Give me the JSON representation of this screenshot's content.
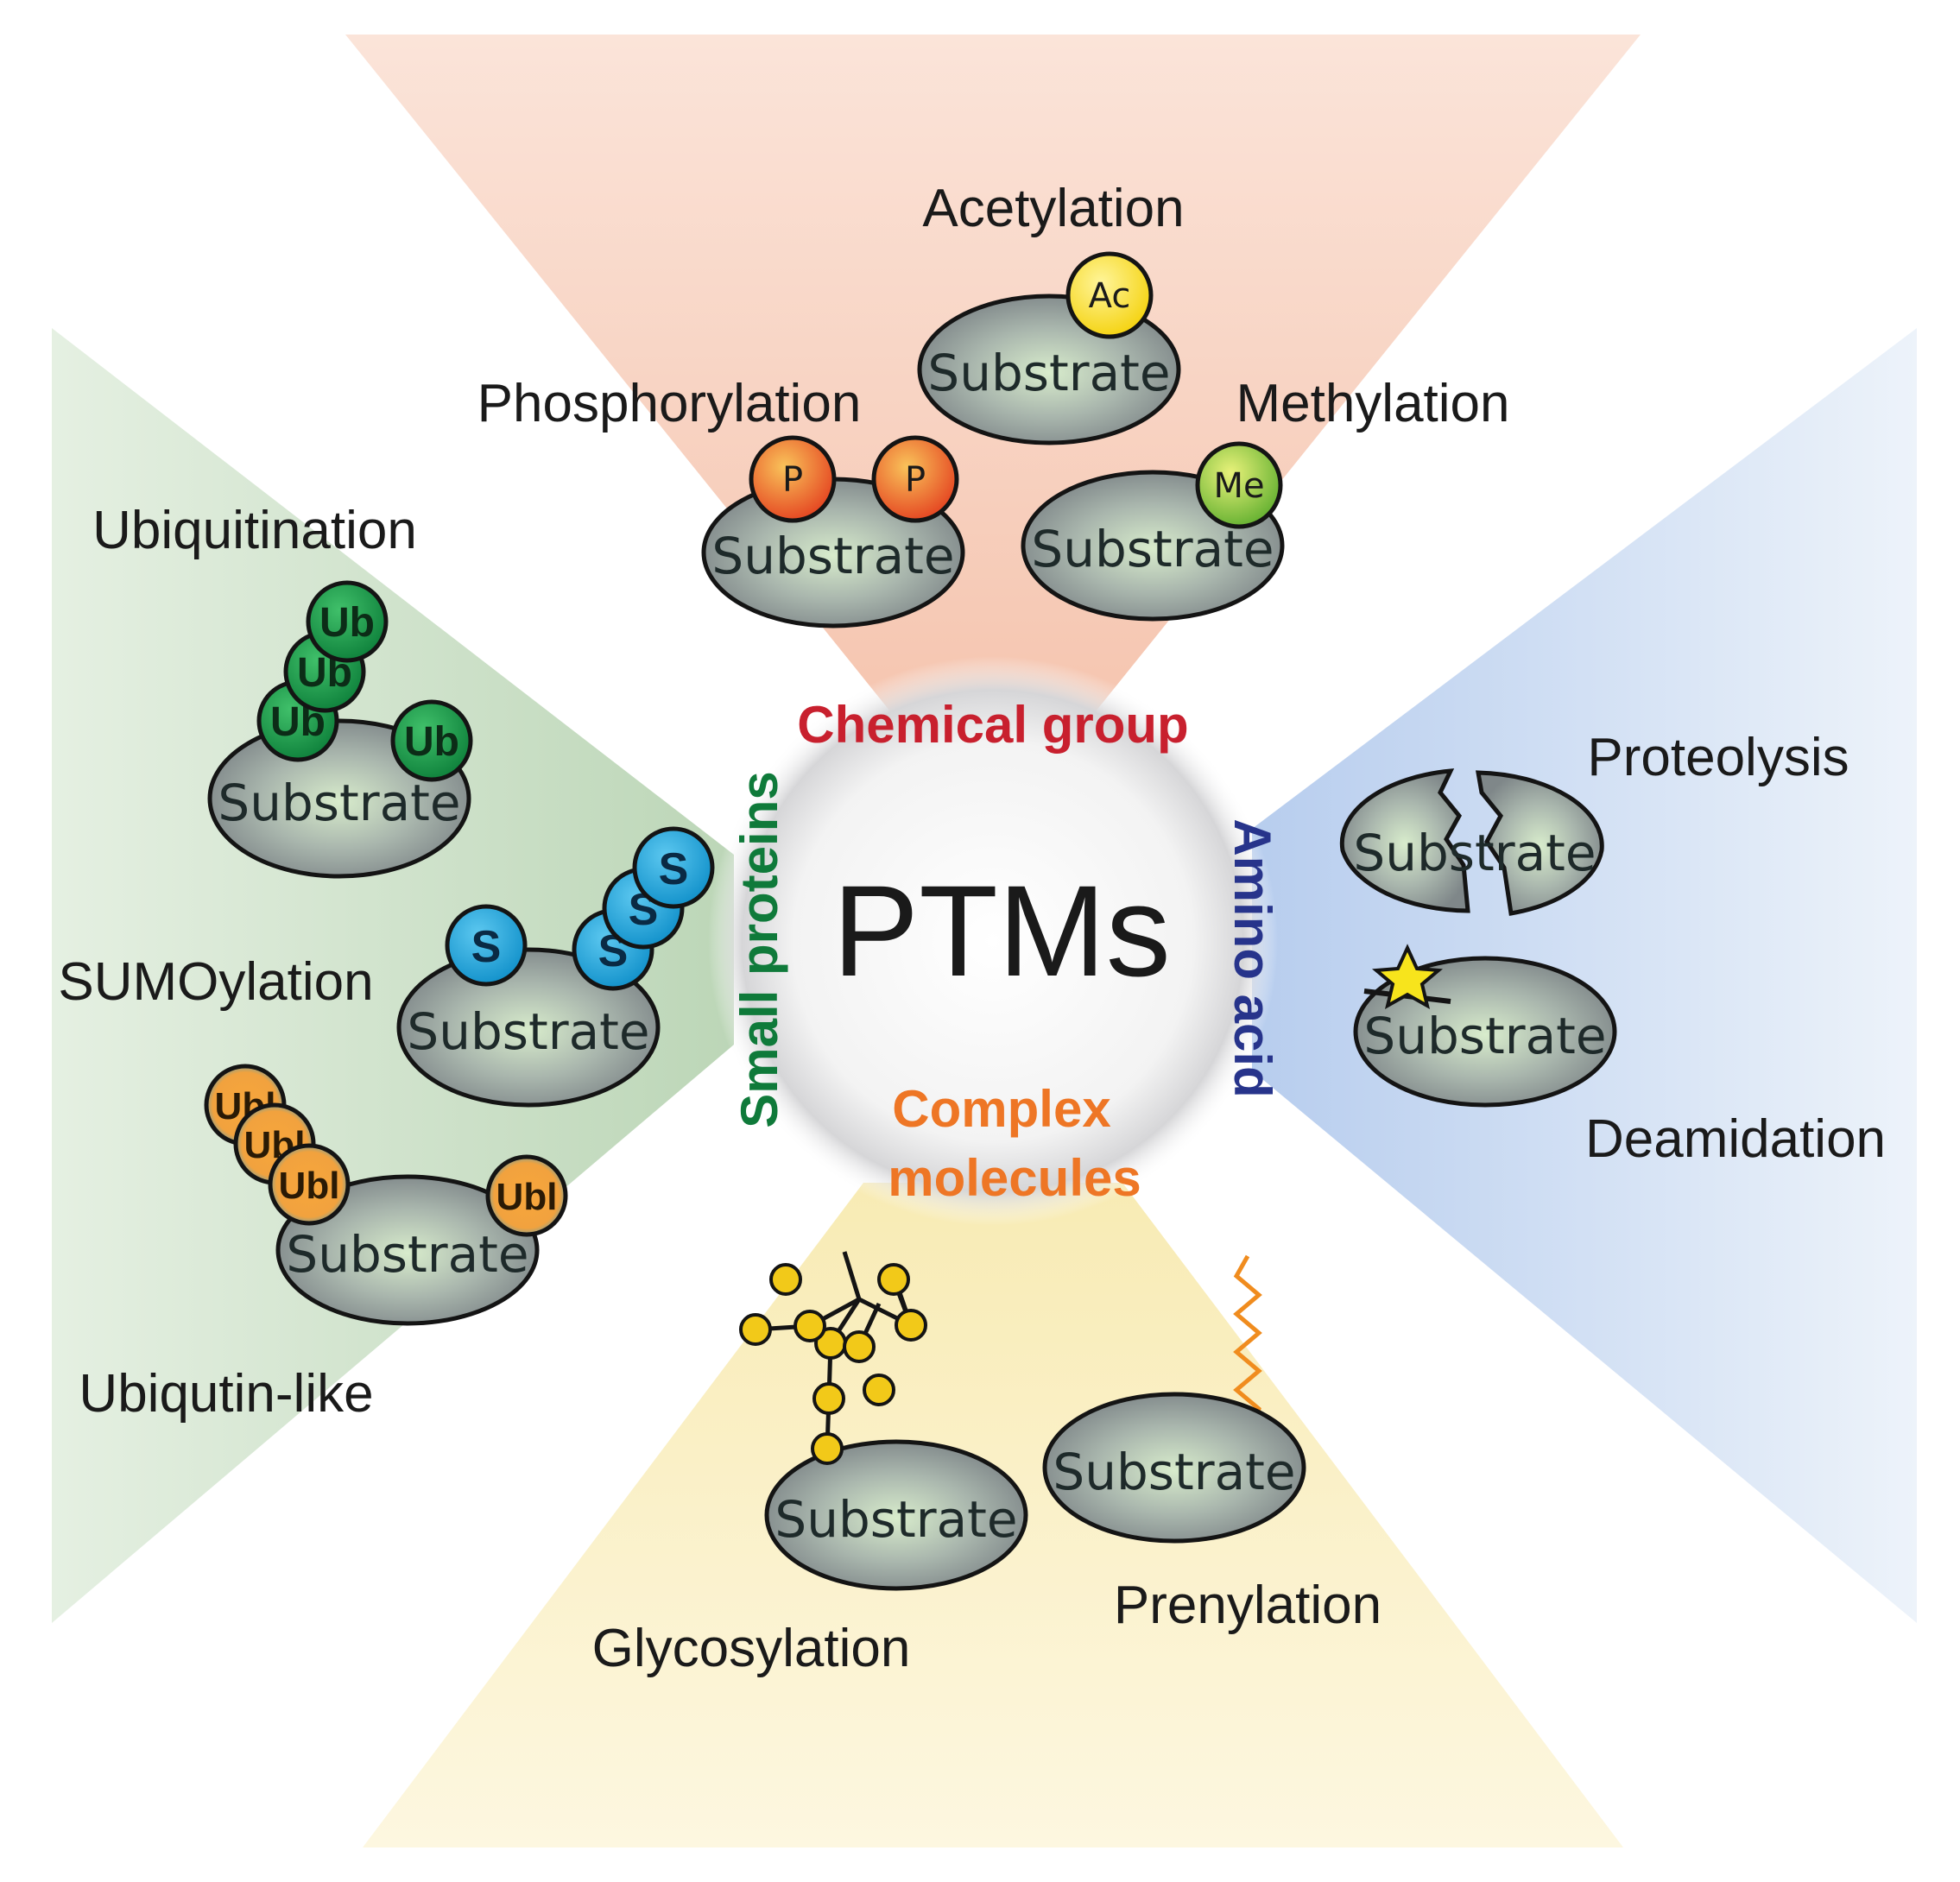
{
  "center": {
    "title": "PTMs"
  },
  "categories": {
    "chemical_group": {
      "label": "Chemical group",
      "color": "#c8202e"
    },
    "small_proteins": {
      "label": "Small proteins",
      "color": "#0f7a3a"
    },
    "amino_acid": {
      "label": "Amino acid",
      "color": "#27348b"
    },
    "complex_molecules": {
      "label_line1": "Complex",
      "label_line2": "molecules",
      "color": "#ee7625"
    }
  },
  "modifications": {
    "acetylation": {
      "label": "Acetylation",
      "tag": "Ac"
    },
    "phosphorylation": {
      "label": "Phosphorylation",
      "tag": "P"
    },
    "methylation": {
      "label": "Methylation",
      "tag": "Me"
    },
    "ubiquitination": {
      "label": "Ubiquitination",
      "tag": "Ub"
    },
    "sumoylation": {
      "label": "SUMOylation",
      "tag": "S"
    },
    "ubiquitin_like": {
      "label": "Ubiqutin-like",
      "tag": "Ubl"
    },
    "proteolysis": {
      "label": "Proteolysis"
    },
    "deamidation": {
      "label": "Deamidation"
    },
    "glycosylation": {
      "label": "Glycosylation"
    },
    "prenylation": {
      "label": "Prenylation"
    }
  },
  "substrate_label": "Substrate",
  "colors": {
    "top_sector": "#f7cdb9",
    "left_sector": "#cfe3cb",
    "right_sector": "#c9dcf2",
    "bottom_sector": "#fbf0c2",
    "substrate_fill": "#8a9396",
    "substrate_glow": "#d8eccc",
    "acetyl": "#f4e21a",
    "phospho": "#e8542a",
    "methyl": "#8cc63f",
    "ubiquitin": "#1b9a4a",
    "sumo": "#1aa3d9",
    "ubl": "#f4a23a",
    "glycan": "#f2c919",
    "prenyl": "#f08c1e"
  }
}
